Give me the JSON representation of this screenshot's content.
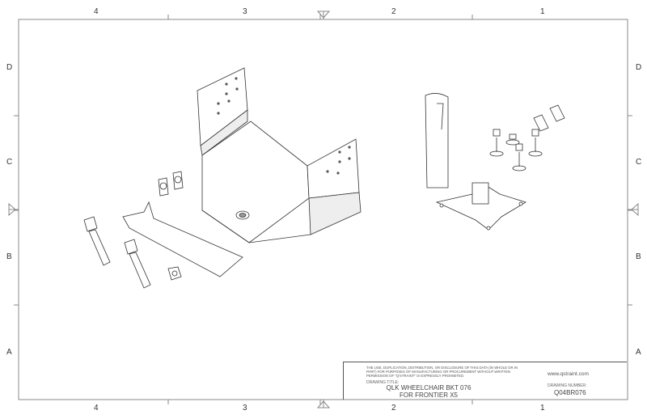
{
  "zones": {
    "columns": [
      "4",
      "3",
      "2",
      "1"
    ],
    "rows": [
      "D",
      "C",
      "B",
      "A"
    ]
  },
  "title_block": {
    "disclaimer": "THE USE, DUPLICATION, DISTRIBUTION, OR DISCLOSURE OF THIS DATA (IN WHOLE OR IN PART) FOR PURPOSES OF MANUFACTURING OR PROCUREMENT WITHOUT WRITTEN PERMISSION OF \"Q'STRAINT\" IS EXPRESSLY PROHIBITED.",
    "drawing_title_label": "DRAWING TITLE:",
    "drawing_title_line1": "QLK WHEELCHAIR BKT 076",
    "drawing_title_line2": "FOR FRONTIER X5",
    "website": "www.qstraint.com",
    "drawing_number_label": "DRAWING NUMBER:",
    "drawing_number": "Q04BR076"
  }
}
